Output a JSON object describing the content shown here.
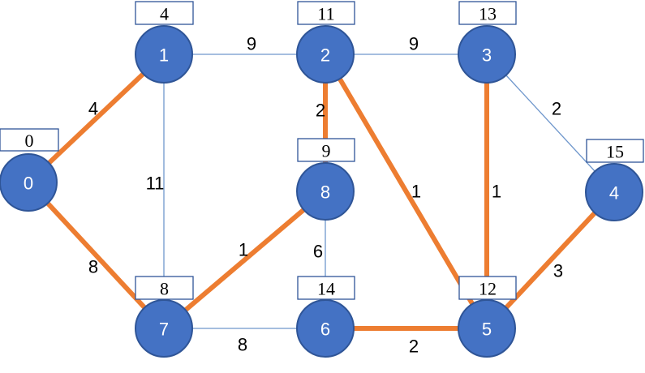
{
  "nodes": [
    {
      "label": "0",
      "distance": "0"
    },
    {
      "label": "1",
      "distance": "4"
    },
    {
      "label": "2",
      "distance": "11"
    },
    {
      "label": "3",
      "distance": "13"
    },
    {
      "label": "4",
      "distance": "15"
    },
    {
      "label": "5",
      "distance": "12"
    },
    {
      "label": "6",
      "distance": "14"
    },
    {
      "label": "7",
      "distance": "8"
    },
    {
      "label": "8",
      "distance": "9"
    }
  ],
  "edges": [
    {
      "from": "1",
      "to": "2",
      "weight": "9",
      "highlighted": false
    },
    {
      "from": "2",
      "to": "3",
      "weight": "9",
      "highlighted": false
    },
    {
      "from": "3",
      "to": "4",
      "weight": "2",
      "highlighted": false
    },
    {
      "from": "1",
      "to": "7",
      "weight": "11",
      "highlighted": false
    },
    {
      "from": "8",
      "to": "6",
      "weight": "6",
      "highlighted": false
    },
    {
      "from": "7",
      "to": "6",
      "weight": "8",
      "highlighted": false
    },
    {
      "from": "0",
      "to": "1",
      "weight": "4",
      "highlighted": true
    },
    {
      "from": "0",
      "to": "7",
      "weight": "8",
      "highlighted": true
    },
    {
      "from": "2",
      "to": "8",
      "weight": "2",
      "highlighted": true
    },
    {
      "from": "2",
      "to": "5",
      "weight": "1",
      "highlighted": true
    },
    {
      "from": "3",
      "to": "5",
      "weight": "1",
      "highlighted": true
    },
    {
      "from": "7",
      "to": "8",
      "weight": "1",
      "highlighted": true
    },
    {
      "from": "6",
      "to": "5",
      "weight": "2",
      "highlighted": true
    },
    {
      "from": "4",
      "to": "5",
      "weight": "3",
      "highlighted": true
    }
  ],
  "colors": {
    "node_fill": "#4472c4",
    "node_stroke": "#2f5597",
    "highlight_edge": "#ed7d31",
    "normal_edge": "#6f97cc"
  }
}
